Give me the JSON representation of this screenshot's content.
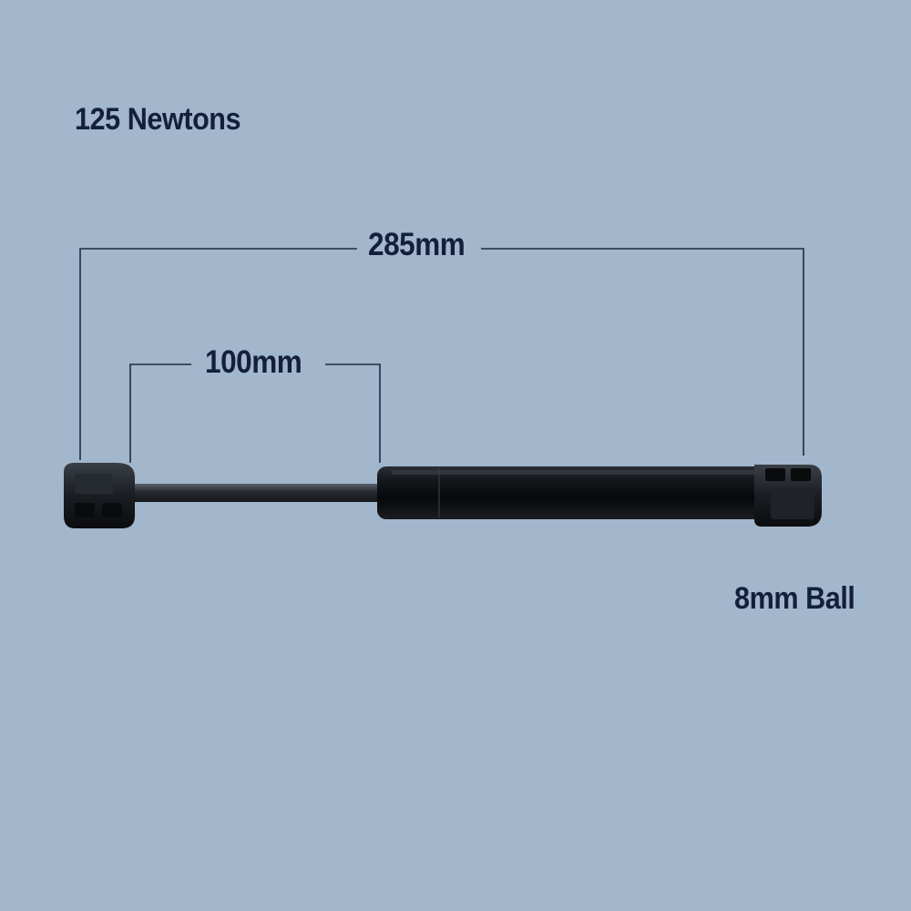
{
  "labels": {
    "force": "125 Newtons",
    "overall_length": "285mm",
    "stroke": "100mm",
    "end_fitting": "8mm Ball"
  },
  "colors": {
    "background": "#a2b6cc",
    "text": "#14203a",
    "dimension_lines": "#1e2a42",
    "strut_body": "#0c0e12",
    "piston_rod": "#3a3f48"
  }
}
